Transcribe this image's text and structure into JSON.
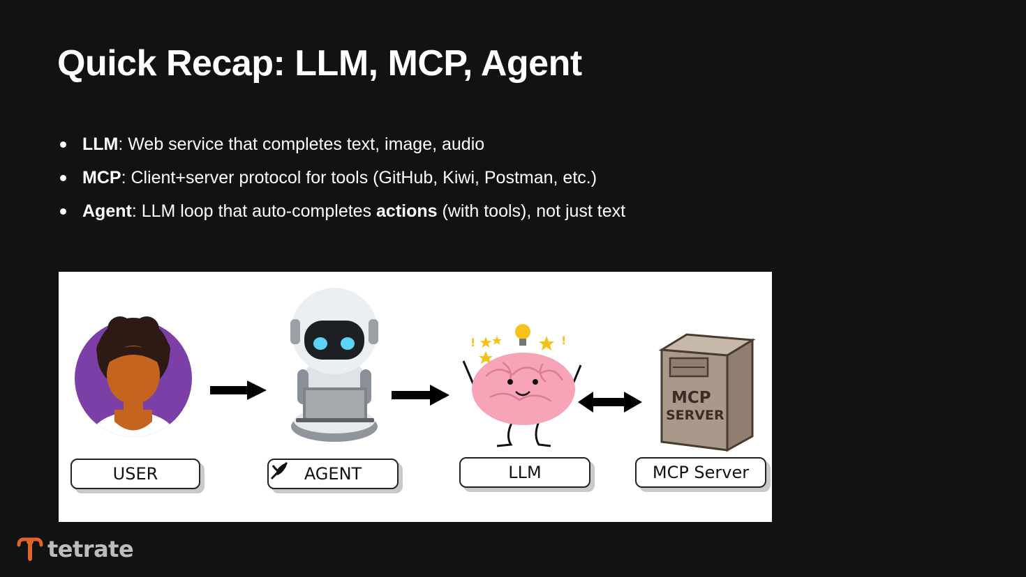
{
  "slide": {
    "title": "Quick Recap: LLM, MCP, Agent"
  },
  "bullets": [
    {
      "term": "LLM",
      "text": ": Web service that completes text, image, audio"
    },
    {
      "term": "MCP",
      "text": ": Client+server protocol for tools (GitHub, Kiwi, Postman, etc.)"
    },
    {
      "term": "Agent",
      "text_before": ": LLM loop that auto-completes ",
      "emphasis": "actions",
      "text_after": " (with tools), not just text"
    }
  ],
  "diagram": {
    "nodes": [
      {
        "id": "user",
        "label": "USER",
        "icon": "user-avatar-icon"
      },
      {
        "id": "agent",
        "label": "AGENT",
        "icon": "robot-with-laptop-icon"
      },
      {
        "id": "llm",
        "label": "LLM",
        "icon": "brain-icon"
      },
      {
        "id": "mcp",
        "label": "MCP Server",
        "icon": "server-tower-icon"
      }
    ],
    "server_text": {
      "line1": "MCP",
      "line2": "SERVER"
    },
    "edges": [
      {
        "from": "user",
        "to": "agent",
        "direction": "forward"
      },
      {
        "from": "agent",
        "to": "llm",
        "direction": "forward"
      },
      {
        "from": "llm",
        "to": "mcp",
        "direction": "both"
      }
    ]
  },
  "brand": {
    "name": "tetrate",
    "accent_color": "#e0652b"
  },
  "colors": {
    "background": "#121212",
    "avatar_purple": "#7b3fa7",
    "skin": "#c4641f",
    "brain_pink": "#f7a3b8",
    "server_tan": "#a9998a"
  }
}
